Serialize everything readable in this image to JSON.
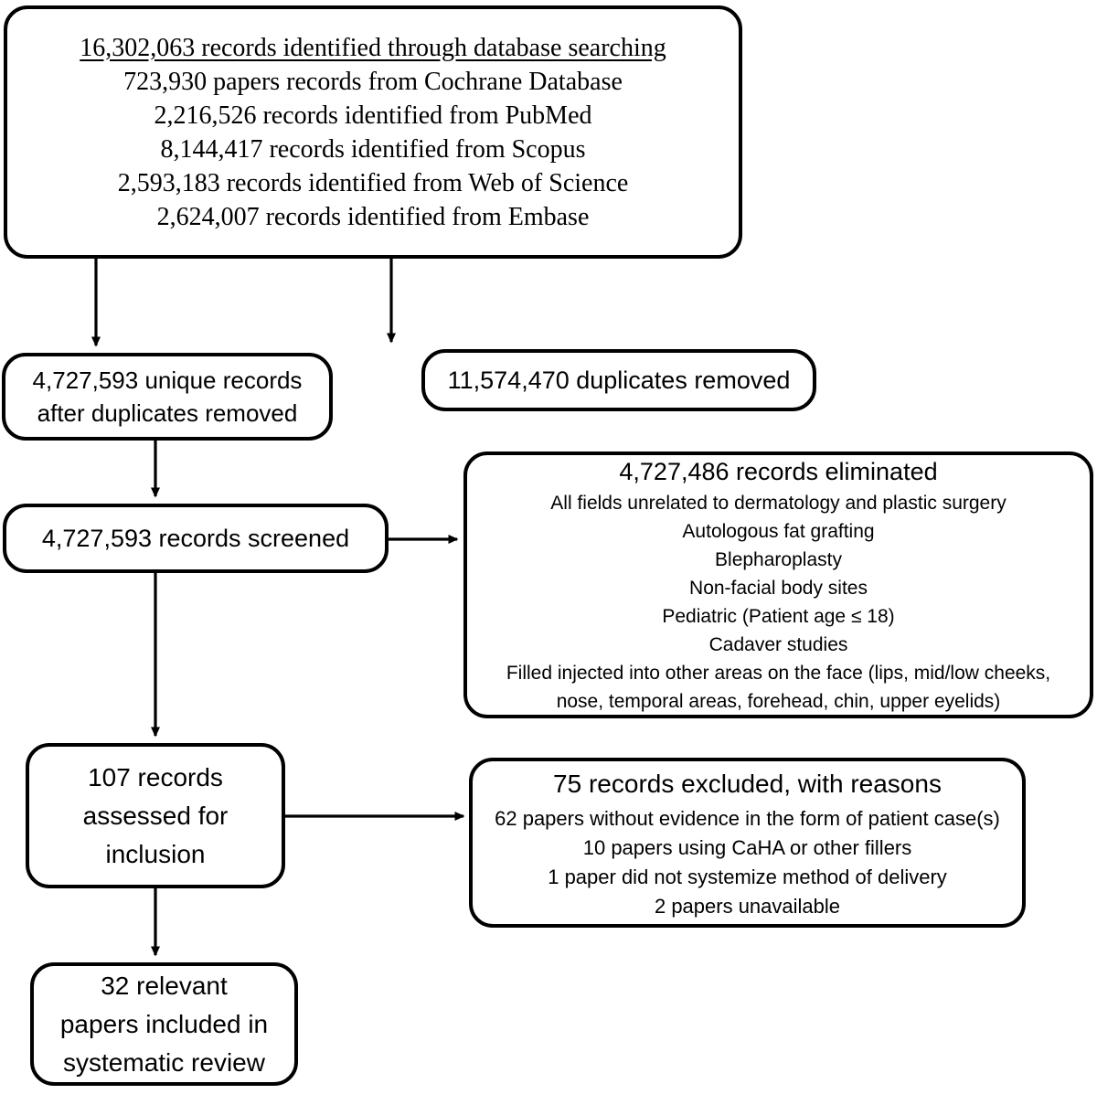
{
  "diagram": {
    "type": "prisma-flow-diagram",
    "title": "PRISMA study selection flow diagram",
    "stroke_color": "#000000",
    "background_color": "#ffffff"
  },
  "boxes": {
    "identified": {
      "name": "records-identified-through-database-searching",
      "lines": [
        "16,302,063 records identified through database searching",
        "723,930 papers records from Cochrane Database",
        "2,216,526 records identified from PubMed",
        "8,144,417 records identified from Scopus",
        "2,593,183 records identified from Web of Science",
        "2,624,007 records identified from Embase"
      ],
      "total": "16,302,063",
      "sources": [
        {
          "database": "Cochrane Database",
          "count": "723,930"
        },
        {
          "database": "PubMed",
          "count": "2,216,526"
        },
        {
          "database": "Scopus",
          "count": "8,144,417"
        },
        {
          "database": "Web of Science",
          "count": "2,593,183"
        },
        {
          "database": "Embase",
          "count": "2,624,007"
        }
      ]
    },
    "unique": {
      "name": "unique-records-after-duplicates-removed",
      "lines": [
        "4,727,593 unique records",
        "after duplicates removed"
      ],
      "count": "4,727,593"
    },
    "duplicates": {
      "name": "duplicates-removed",
      "lines": [
        "11,574,470 duplicates removed"
      ],
      "count": "11,574,470"
    },
    "screened": {
      "name": "records-screened",
      "lines": [
        "4,727,593 records screened"
      ],
      "count": "4,727,593"
    },
    "eliminated": {
      "name": "records-eliminated",
      "count": "4,727,486",
      "lines": [
        "4,727,486 records eliminated",
        "All fields unrelated to dermatology and plastic surgery",
        "Autologous fat grafting",
        "Blepharoplasty",
        "Non-facial body sites",
        "Pediatric (Patient age ≤ 18)",
        "Cadaver studies",
        "Filled injected into other areas on the face (lips, mid/low cheeks,",
        "nose, temporal areas, forehead, chin, upper eyelids)"
      ]
    },
    "assessed": {
      "name": "records-assessed-for-inclusion",
      "lines": [
        "107 records",
        "assessed for",
        "inclusion"
      ],
      "count": "107"
    },
    "excluded": {
      "name": "records-excluded-with-reasons",
      "count": "75",
      "lines": [
        "75 records excluded, with reasons",
        "62 papers without evidence in the form of patient case(s)",
        "10 papers using CaHA or other fillers",
        "1 paper did not systemize method of delivery",
        "2 papers unavailable"
      ],
      "reasons": [
        {
          "count": "62",
          "reason": "papers without evidence in the form of patient case(s)"
        },
        {
          "count": "10",
          "reason": "papers using CaHA or other fillers"
        },
        {
          "count": "1",
          "reason": "paper did not systemize method of delivery"
        },
        {
          "count": "2",
          "reason": "papers unavailable"
        }
      ]
    },
    "included": {
      "name": "papers-included-in-systematic-review",
      "lines": [
        "32 relevant",
        "papers included in",
        "systematic review"
      ],
      "count": "32"
    }
  }
}
